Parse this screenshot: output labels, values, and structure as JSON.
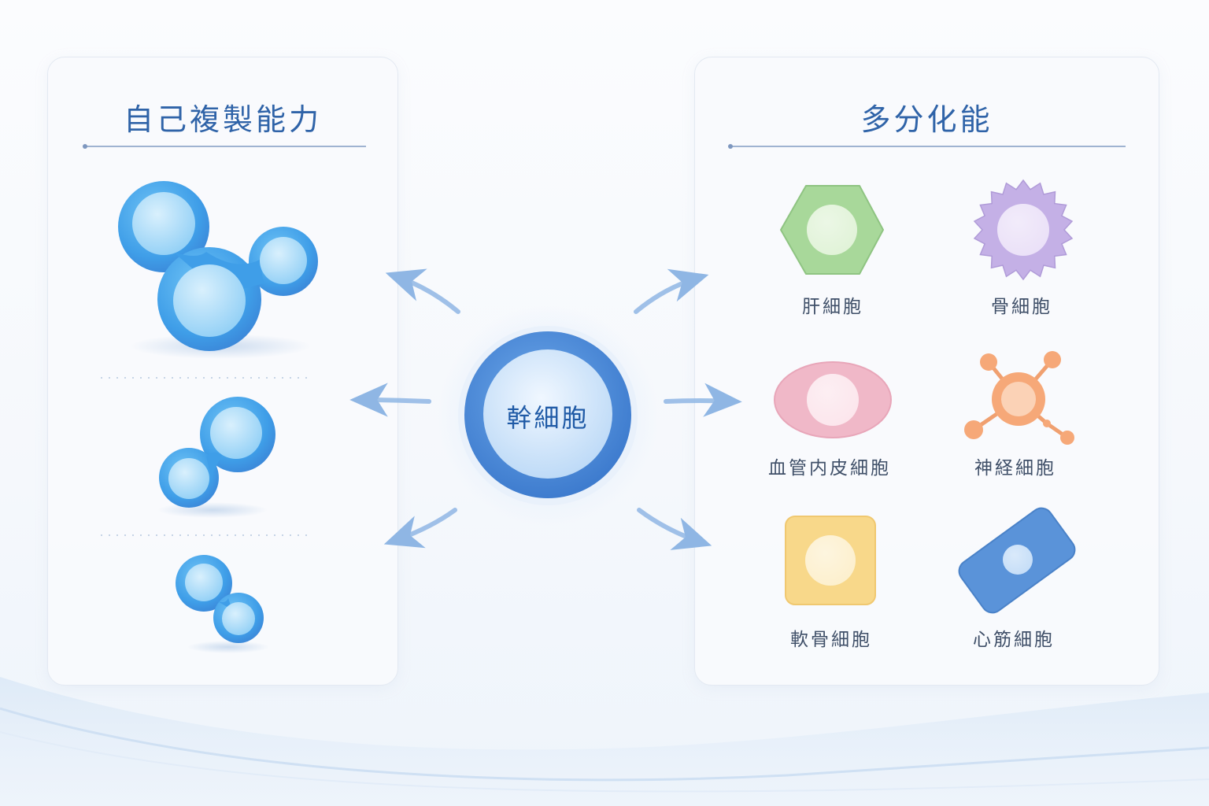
{
  "center": {
    "label": "幹細胞"
  },
  "self_renewal": {
    "title": "自己複製能力"
  },
  "differentiation": {
    "title": "多分化能",
    "cells": [
      {
        "label": "肝細胞",
        "color": "#a8d89a",
        "icon": "hexagon-cell-icon"
      },
      {
        "label": "骨細胞",
        "color": "#c4b0e6",
        "icon": "spiky-cell-icon"
      },
      {
        "label": "血管内皮細胞",
        "color": "#f0b8c8",
        "icon": "oval-cell-icon"
      },
      {
        "label": "神経細胞",
        "color": "#f6b489",
        "icon": "neuron-cell-icon"
      },
      {
        "label": "軟骨細胞",
        "color": "#f8d88a",
        "icon": "square-cell-icon"
      },
      {
        "label": "心筋細胞",
        "color": "#5a93d9",
        "icon": "rod-cell-icon"
      }
    ]
  },
  "colors": {
    "accent": "#2f63a8",
    "stem_blue": "#3f8fde",
    "arrow": "#8fb6e4"
  }
}
